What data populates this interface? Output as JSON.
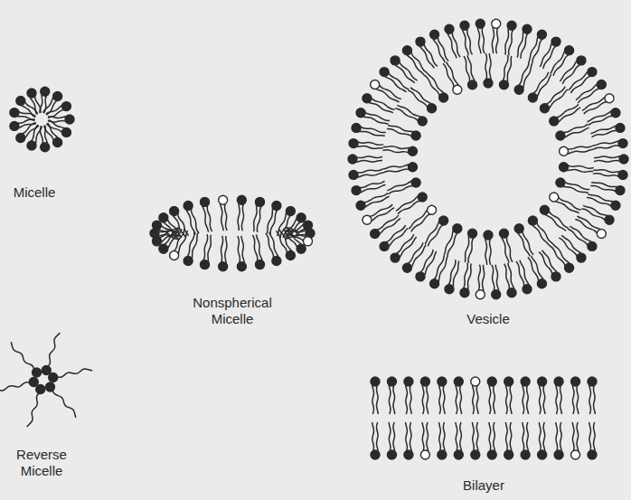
{
  "diagram": {
    "labels": [
      "Micelle",
      "Nonspherical Micelle",
      "Vesicle",
      "Reverse Micelle",
      "Bilayer"
    ]
  }
}
